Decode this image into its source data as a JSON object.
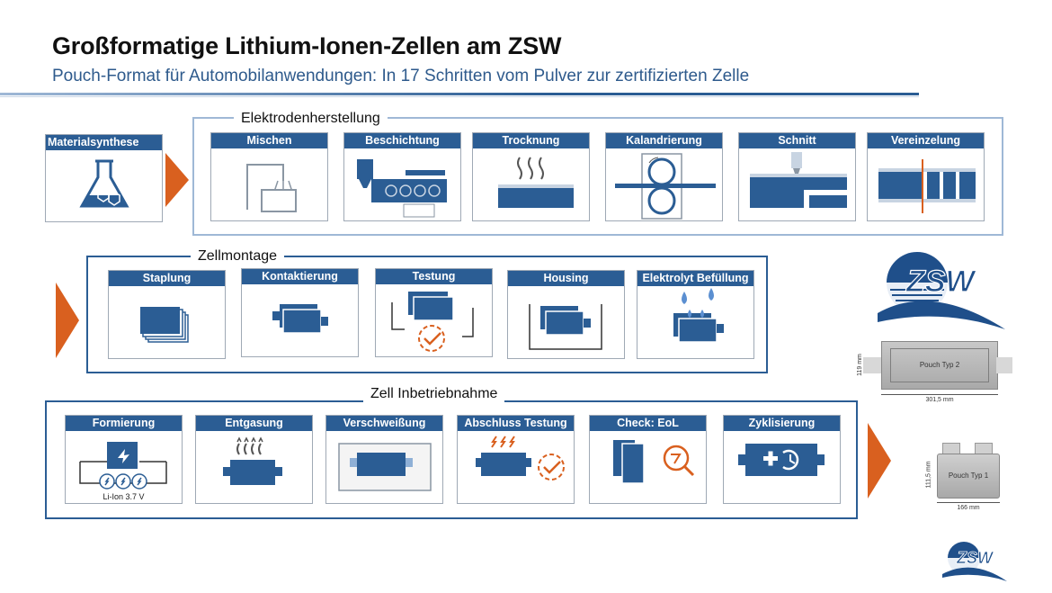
{
  "header": {
    "title": "Großformatige Lithium-Ionen-Zellen am ZSW",
    "subtitle": "Pouch-Format für Automobilanwendungen: In 17 Schritten vom Pulver zur zertifizierten Zelle"
  },
  "material": {
    "label": "Materialsynthese"
  },
  "groups": {
    "electrode": {
      "label": "Elektrodenherstellung",
      "steps": [
        "Mischen",
        "Beschichtung",
        "Trocknung",
        "Kalandrierung",
        "Schnitt",
        "Vereinzelung"
      ]
    },
    "assembly": {
      "label": "Zellmontage",
      "steps": [
        "Staplung",
        "Kontaktierung",
        "Testung",
        "Housing",
        "Elektrolyt Befüllung"
      ]
    },
    "commissioning": {
      "label": "Zell Inbetriebnahme",
      "steps": [
        "Formierung",
        "Entgasung",
        "Verschweißung",
        "Abschluss  Testung",
        "Check: EoL",
        "Zyklisierung"
      ],
      "formierung_note": "Li-Ion 3.7 V"
    }
  },
  "pouch": {
    "type2": {
      "label": "Pouch Typ 2",
      "width": "301,5 mm",
      "height": "119 mm"
    },
    "type1": {
      "label": "Pouch Typ 1",
      "width": "166 mm",
      "height": "111,5 mm"
    }
  },
  "logo": {
    "text": "ZSW"
  },
  "colors": {
    "primary": "#2b5d94",
    "accent": "#d9601f",
    "frame": "#9fb8d6"
  }
}
